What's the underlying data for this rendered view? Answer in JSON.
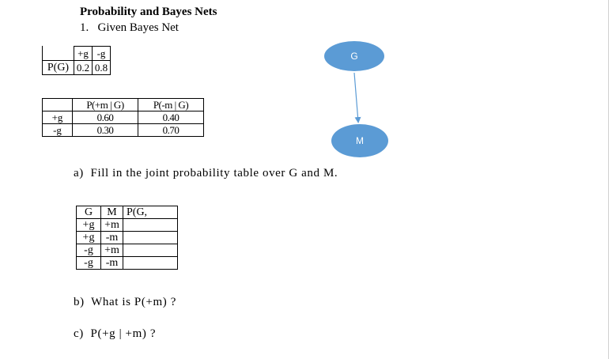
{
  "doc": {
    "title": "Probability and Bayes Nets",
    "subtitle": "1.   Given Bayes Net"
  },
  "prior_table": {
    "row_label": "P(G)",
    "headers": [
      "+g",
      "-g"
    ],
    "values": [
      "0.2",
      "0.8"
    ]
  },
  "cpt_table": {
    "headers": [
      "P(+m | G)",
      "P(-m | G)"
    ],
    "rows": [
      {
        "label": "+g",
        "values": [
          "0.60",
          "0.40"
        ]
      },
      {
        "label": "-g",
        "values": [
          "0.30",
          "0.70"
        ]
      }
    ]
  },
  "bayes_net": {
    "nodes": [
      "G",
      "M"
    ],
    "edge": "G -> M",
    "node_color": "#5b9bd5",
    "edge_color": "#5b9bd5"
  },
  "questions": {
    "a": "a)  Fill in the joint probability table over G and M.",
    "b": "b)  What is P(+m) ?",
    "c": "c)  P(+g | +m) ?"
  },
  "joint_table": {
    "headers": [
      "G",
      "M",
      "P(G,"
    ],
    "rows": [
      {
        "g": "+g",
        "m": "+m",
        "p": ""
      },
      {
        "g": "+g",
        "m": "-m",
        "p": ""
      },
      {
        "g": "-g",
        "m": "+m",
        "p": ""
      },
      {
        "g": "-g",
        "m": "-m",
        "p": ""
      }
    ]
  }
}
